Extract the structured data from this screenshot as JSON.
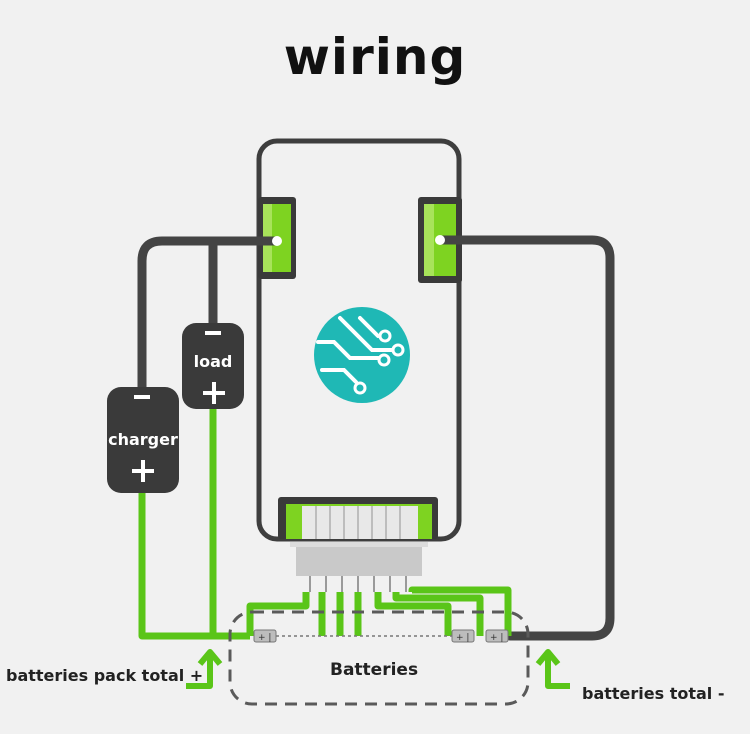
{
  "title": "wiring",
  "components": {
    "charger": {
      "label": "charger",
      "minus": "−",
      "plus": "+"
    },
    "load": {
      "label": "load",
      "minus": "−",
      "plus": "+"
    },
    "batteries": {
      "label": "Batteries",
      "cell_symbol": "+ |"
    }
  },
  "annotations": {
    "pack_total_plus": "batteries pack total +",
    "total_minus": "batteries total -"
  },
  "colors": {
    "background": "#f1f1f1",
    "wire_dark": "#444444",
    "wire_green": "#5ac518",
    "board_outline": "#3e3e3e",
    "pad_green": "#7ed321",
    "logo_teal": "#1fb8b5"
  },
  "icons": [
    "circuit-logo-icon",
    "arrow-up-icon"
  ]
}
